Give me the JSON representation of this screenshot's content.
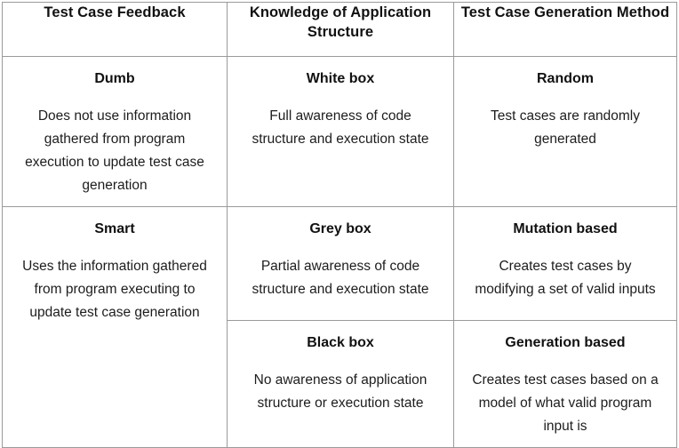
{
  "table": {
    "columns": [
      {
        "id": "test-case-feedback",
        "header": "Test Case Feedback"
      },
      {
        "id": "knowledge-of-application-structure",
        "header": "Knowledge of Application Structure"
      },
      {
        "id": "test-case-generation-method",
        "header": "Test Case Generation Method"
      }
    ],
    "feedback": [
      {
        "title": "Dumb",
        "description": "Does not use information gathered from program execution to update test case generation"
      },
      {
        "title": "Smart",
        "description": "Uses the information gathered from program executing to update test case generation"
      }
    ],
    "knowledge": [
      {
        "title": "White box",
        "description": "Full awareness of code structure and execution state"
      },
      {
        "title": "Grey box",
        "description": "Partial awareness of code structure and execution state"
      },
      {
        "title": "Black box",
        "description": "No awareness of application structure or execution state"
      }
    ],
    "generation": [
      {
        "title": "Random",
        "description": "Test cases are randomly generated"
      },
      {
        "title": "Mutation based",
        "description": "Creates test cases by modifying a set of valid inputs"
      },
      {
        "title": "Generation based",
        "description": "Creates test cases based on a model of what valid program input is"
      }
    ]
  },
  "colors": {
    "border": "#9a9a9a",
    "text": "#1a1a1a",
    "background": "#ffffff"
  }
}
